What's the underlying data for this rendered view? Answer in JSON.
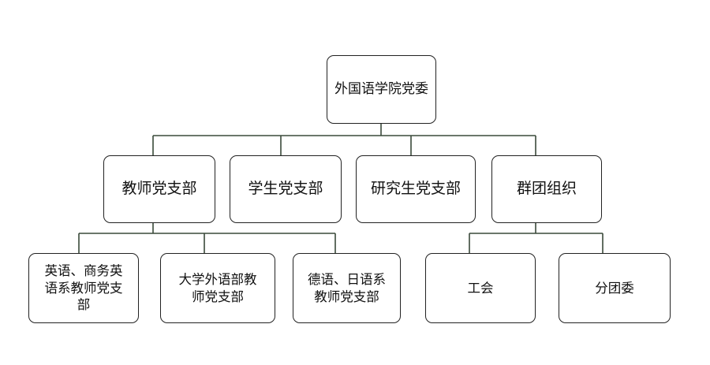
{
  "root": {
    "label": "外国语学院党委"
  },
  "branches": [
    {
      "label": "教师党支部",
      "children": [
        {
          "label": "英语、商务英\n语系教师党支\n部"
        },
        {
          "label": "大学外语部教\n师党支部"
        },
        {
          "label": "德语、日语系\n教师党支部"
        }
      ]
    },
    {
      "label": "学生党支部"
    },
    {
      "label": "研究生党支部"
    },
    {
      "label": "群团组织",
      "children": [
        {
          "label": "工会"
        },
        {
          "label": "分团委"
        }
      ]
    }
  ]
}
